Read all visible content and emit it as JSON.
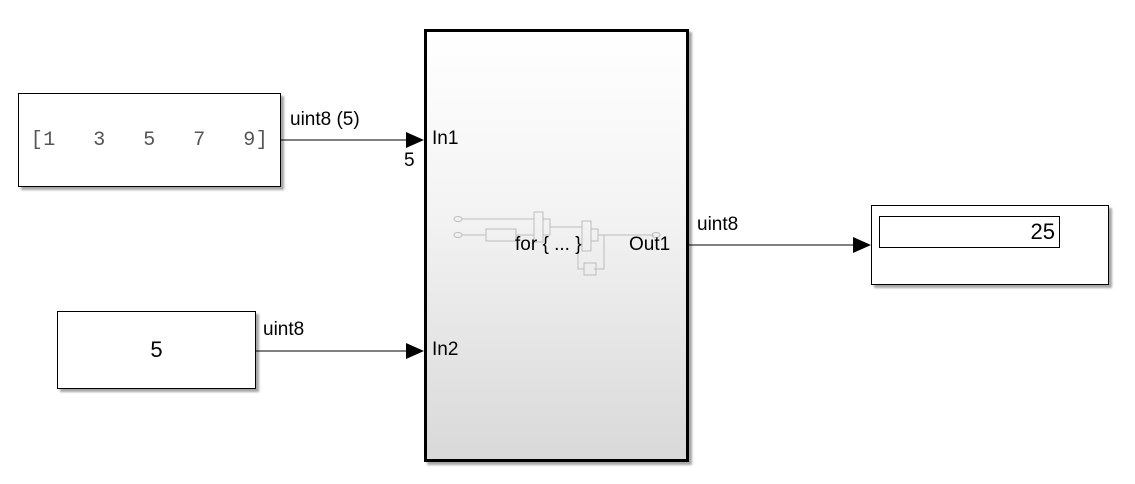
{
  "blocks": {
    "constant_vector": {
      "value": "[1   3   5   7   9]"
    },
    "constant_scalar": {
      "value": "5"
    },
    "subsystem": {
      "ports_in": [
        "In1",
        "In2"
      ],
      "port_out": "Out1",
      "in1_width": "5",
      "mask_text": "for { ... }"
    },
    "display": {
      "value": "25"
    }
  },
  "signals": {
    "vector_signal": "uint8 (5)",
    "scalar_signal": "uint8",
    "output_signal": "uint8"
  }
}
